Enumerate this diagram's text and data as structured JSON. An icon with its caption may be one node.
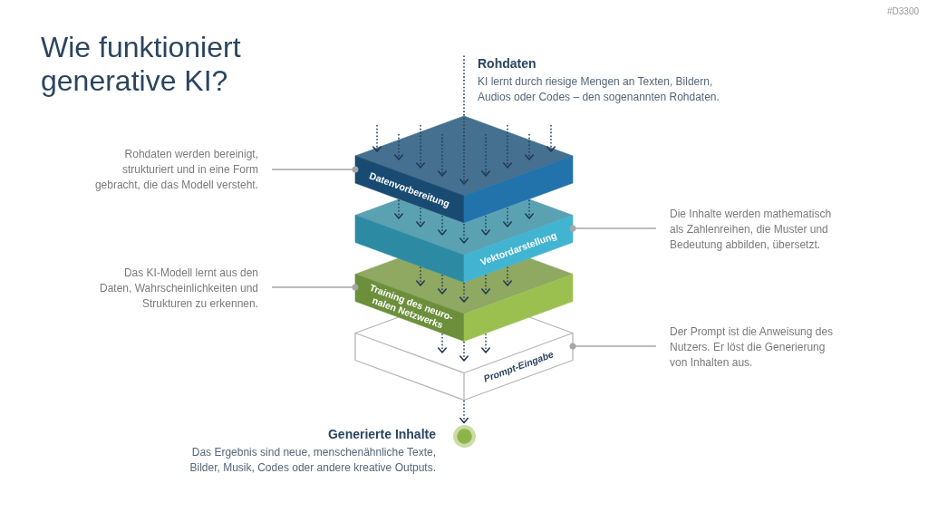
{
  "diagram": {
    "title": "Wie funktioniert generative KI?",
    "nodes": [
      {
        "text": [
          "Rohdaten",
          "KI lernt durch riesige Mengen an Texten, Bildern, Audios oder Codes – den sogenannten Rohdaten."
        ]
      },
      {
        "text": [
          "Datenvorbereitung"
        ]
      },
      {
        "text": [
          "Rohdaten werden bereinigt, strukturiert und in eine Form gebracht, die das Modell versteht."
        ]
      },
      {
        "text": [
          "Vektordarstellung"
        ]
      },
      {
        "text": [
          "Die Inhalte werden mathematisch als Zahlenreihen, die Muster und Bedeutung abbilden, übersetzt."
        ]
      },
      {
        "text": [
          "Training des neuro- nalen Netzwerks"
        ]
      },
      {
        "text": [
          "Das KI-Modell lernt aus den Daten, Wahrscheinlichkeiten und Strukturen zu erkennen."
        ]
      },
      {
        "text": [
          "Prompt-Eingabe"
        ]
      },
      {
        "text": [
          "Der Prompt ist die Anweisung des Nutzers. Er löst die Generierung von Inhalten aus."
        ]
      },
      {
        "text": [],
        "shape": "circle",
        "beside": [
          "Generierte Inhalte",
          "Das Ergebnis sind neue, menschenähnliche Texte, Bilder, Musik, Codes oder andere kreative Outputs."
        ]
      }
    ],
    "edges": [
      {
        "from": null,
        "to": 1,
        "arrow": "to",
        "style": "dashed"
      },
      {
        "from": null,
        "to": 1,
        "arrow": "to",
        "style": "dashed"
      },
      {
        "from": null,
        "to": 1,
        "arrow": "to",
        "style": "dashed"
      },
      {
        "from": null,
        "to": 1,
        "arrow": "to",
        "style": "dashed"
      },
      {
        "from": 0,
        "to": 1,
        "arrow": "to",
        "style": "dashed"
      },
      {
        "from": null,
        "to": 1,
        "arrow": "to",
        "style": "dashed"
      },
      {
        "from": null,
        "to": 1,
        "arrow": "to",
        "style": "dashed"
      },
      {
        "from": null,
        "to": 1,
        "arrow": "to",
        "style": "dashed"
      },
      {
        "from": null,
        "to": 1,
        "arrow": "to",
        "style": "dashed"
      },
      {
        "from": 2,
        "to": 1,
        "arrow": "other",
        "color": "#a6a6a6"
      },
      {
        "from": 1,
        "to": 3,
        "arrow": "to",
        "style": "dashed"
      },
      {
        "from": 1,
        "to": 3,
        "arrow": "to",
        "style": "dashed"
      },
      {
        "from": 1,
        "to": 3,
        "arrow": "to",
        "style": "dashed"
      },
      {
        "from": 1,
        "to": 3,
        "arrow": "to",
        "style": "dashed"
      },
      {
        "from": 1,
        "to": 3,
        "arrow": "to",
        "style": "dashed"
      },
      {
        "from": 1,
        "to": 3,
        "arrow": "to",
        "style": "dashed"
      },
      {
        "from": 1,
        "to": 3,
        "arrow": "to",
        "style": "dashed"
      },
      {
        "from": 4,
        "to": 3,
        "arrow": "other",
        "color": "#a6a6a6"
      },
      {
        "from": 3,
        "to": 5,
        "arrow": "to",
        "style": "dashed"
      },
      {
        "from": 3,
        "to": 5,
        "arrow": "to",
        "style": "dashed"
      },
      {
        "from": 3,
        "to": 5,
        "arrow": "to",
        "style": "dashed"
      },
      {
        "from": 3,
        "to": 5,
        "arrow": "to",
        "style": "dashed"
      },
      {
        "from": 3,
        "to": 5,
        "arrow": "to",
        "style": "dashed"
      },
      {
        "from": 6,
        "to": 5,
        "arrow": "other",
        "color": "#a6a6a6"
      },
      {
        "from": 5,
        "to": 7,
        "arrow": "to",
        "style": "dashed"
      },
      {
        "from": 5,
        "to": 7,
        "arrow": "to",
        "style": "dashed"
      },
      {
        "from": 5,
        "to": 7,
        "arrow": "to",
        "style": "dashed"
      },
      {
        "from": 8,
        "to": 7,
        "arrow": "other",
        "color": "#a6a6a6"
      },
      {
        "from": 7,
        "to": 9,
        "arrow": "to",
        "style": "dashed"
      }
    ],
    "labels": [
      "#D3300"
    ]
  }
}
